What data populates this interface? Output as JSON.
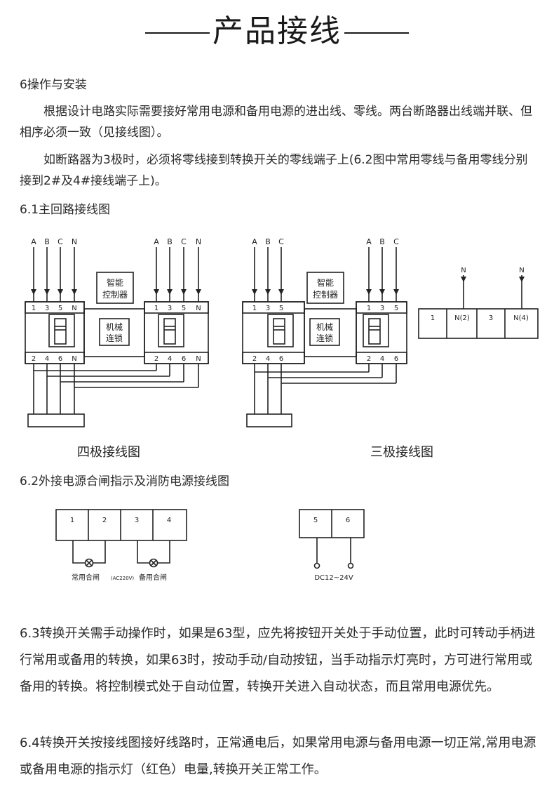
{
  "title": "产品接线",
  "section6": {
    "heading": "6操作与安装",
    "p1": "根据设计电路实际需要接好常用电源和备用电源的进出线、零线。两台断路器出线端并联、但相序必须一致（见接线图）。",
    "p2": "如断路器为3极时，必须将零线接到转换开关的零线端子上(6.2图中常用零线与备用零线分别接到2#及4#接线端子上)。",
    "sub1": "6.1主回路接线图"
  },
  "diagram_four_pole": {
    "caption": "四极接线图",
    "top_labels_left": [
      "A",
      "B",
      "C",
      "N"
    ],
    "top_labels_right": [
      "A",
      "B",
      "C",
      "N"
    ],
    "terminals_top_left": [
      "1",
      "3",
      "5",
      "N"
    ],
    "terminals_top_right": [
      "1",
      "3",
      "5",
      "N"
    ],
    "terminals_bottom_left": [
      "2",
      "4",
      "6",
      "N"
    ],
    "terminals_bottom_right": [
      "2",
      "4",
      "6",
      "N"
    ],
    "controller_line1": "智能",
    "controller_line2": "控制器",
    "interlock_line1": "机械",
    "interlock_line2": "连锁"
  },
  "diagram_three_pole": {
    "caption": "三极接线图",
    "top_labels_left": [
      "A",
      "B",
      "C"
    ],
    "top_labels_right": [
      "A",
      "B",
      "C"
    ],
    "terminals_top_left": [
      "1",
      "3",
      "5"
    ],
    "terminals_top_right": [
      "1",
      "3",
      "5"
    ],
    "terminals_bottom_left": [
      "2",
      "4",
      "6"
    ],
    "terminals_bottom_right": [
      "2",
      "4",
      "6"
    ],
    "controller_line1": "智能",
    "controller_line2": "控制器",
    "interlock_line1": "机械",
    "interlock_line2": "连锁",
    "neutral_block": {
      "labels": [
        "N",
        "N"
      ],
      "cells": [
        "1",
        "N(2)",
        "3",
        "N(4)"
      ]
    }
  },
  "section62": {
    "heading": "6.2外接电源合闸指示及消防电源接线图",
    "indicator_block": {
      "cells": [
        "1",
        "2",
        "3",
        "4"
      ],
      "label_left": "常用合闸",
      "label_mid": "(AC220V)",
      "label_right": "备用合闸"
    },
    "fire_block": {
      "cells": [
        "5",
        "6"
      ],
      "label": "DC12~24V"
    }
  },
  "section63": {
    "text": "6.3转换开关需手动操作时，如果是63型，应先将按钮开关处于手动位置，此时可转动手柄进行常用或备用的转换，如果63时，按动手动/自动按钮，当手动指示灯亮时，方可进行常用或备用的转换。将控制模式处于自动位置，转换开关进入自动状态，而且常用电源优先。"
  },
  "section64": {
    "text": "6.4转换开关按接线图接好线路时，正常通电后，如果常用电源与备用电源一切正常,常用电源或备用电源的指示灯（红色）电量,转换开关正常工作。"
  }
}
